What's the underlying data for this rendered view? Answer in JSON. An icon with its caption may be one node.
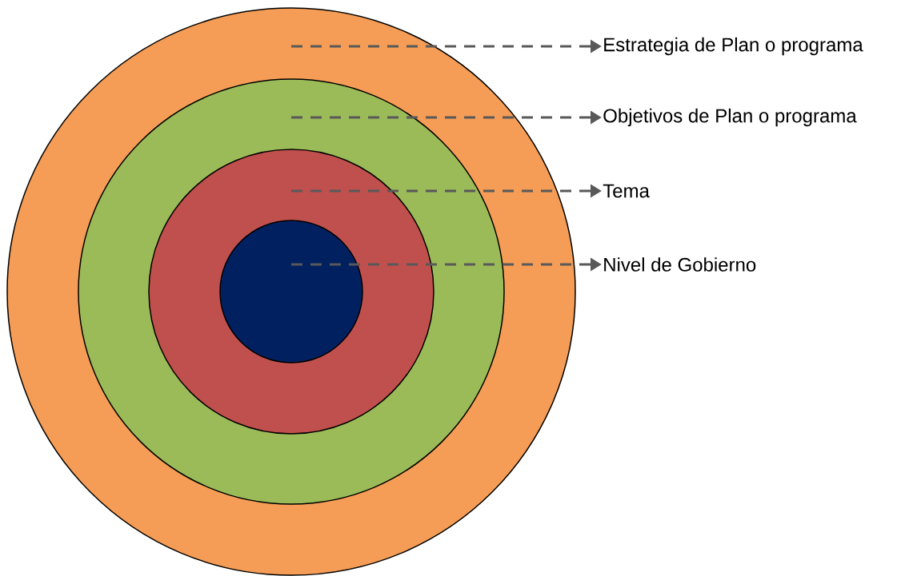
{
  "diagram": {
    "nodes": [
      {
        "text": [],
        "shape": "circle"
      },
      {
        "text": [],
        "shape": "circle",
        "in": 0
      },
      {
        "text": [],
        "shape": "circle",
        "in": 1
      },
      {
        "text": [],
        "shape": "circle",
        "in": 2
      },
      {
        "text": [
          "Estrategia de Plan o programa"
        ]
      },
      {
        "text": [
          "Objetivos de Plan o programa"
        ]
      },
      {
        "text": [
          "Tema"
        ]
      },
      {
        "text": [
          "Nivel de Gobierno"
        ]
      }
    ],
    "edges": [
      {
        "from": 0,
        "to": 4,
        "arrow": "to",
        "style": "dashed"
      },
      {
        "from": 1,
        "to": 5,
        "arrow": "to",
        "style": "dashed"
      },
      {
        "from": 2,
        "to": 6,
        "arrow": "to",
        "style": "dashed"
      },
      {
        "from": 3,
        "to": 7,
        "arrow": "to",
        "style": "dashed"
      }
    ]
  }
}
